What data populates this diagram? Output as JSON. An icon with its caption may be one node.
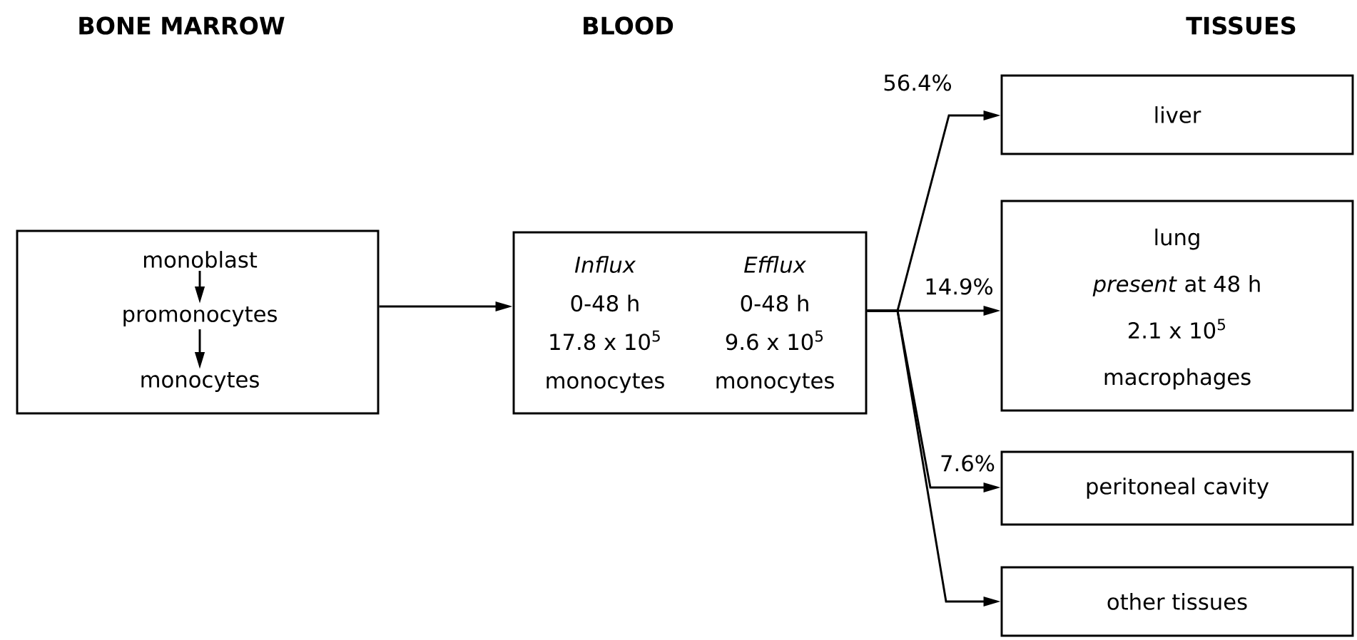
{
  "diagram": {
    "nodes": [
      {
        "text": [],
        "shape": "box"
      },
      {
        "text": [
          "monoblast"
        ],
        "in": 0
      },
      {
        "text": [
          "promonocytes"
        ],
        "in": 0
      },
      {
        "text": [
          "monocytes"
        ],
        "in": 0
      },
      {
        "text": [
          "Influx",
          "Efflux",
          "0-48 h",
          "0-48 h",
          "17.8 x 10$^{5}$",
          "9.6 x 10$^{5}$",
          "monocytes",
          "monocytes"
        ]
      },
      {
        "text": [
          "liver"
        ]
      },
      {
        "text": [
          "lung",
          "*present* at 48 h",
          "2.1 x 10$^{5}$",
          "macrophages"
        ]
      },
      {
        "text": [
          "peritoneal cavity"
        ]
      },
      {
        "text": [
          "other tissues"
        ]
      }
    ],
    "edges": [
      {
        "from": 1,
        "to": 2,
        "arrow": "to"
      },
      {
        "from": 2,
        "to": 3,
        "arrow": "to"
      },
      {
        "from": 0,
        "to": 4,
        "arrow": "to"
      },
      {
        "from": 4,
        "to": 5,
        "arrow": "to",
        "label": "56.4%"
      },
      {
        "from": 4,
        "to": 6,
        "arrow": "to",
        "label": "14.9%"
      },
      {
        "from": 4,
        "to": 7,
        "arrow": "to",
        "label": "7.6%"
      },
      {
        "from": 4,
        "to": 8,
        "arrow": "to"
      }
    ],
    "labels": [
      "BONE MARROW",
      "BLOOD",
      "TISSUES"
    ]
  }
}
